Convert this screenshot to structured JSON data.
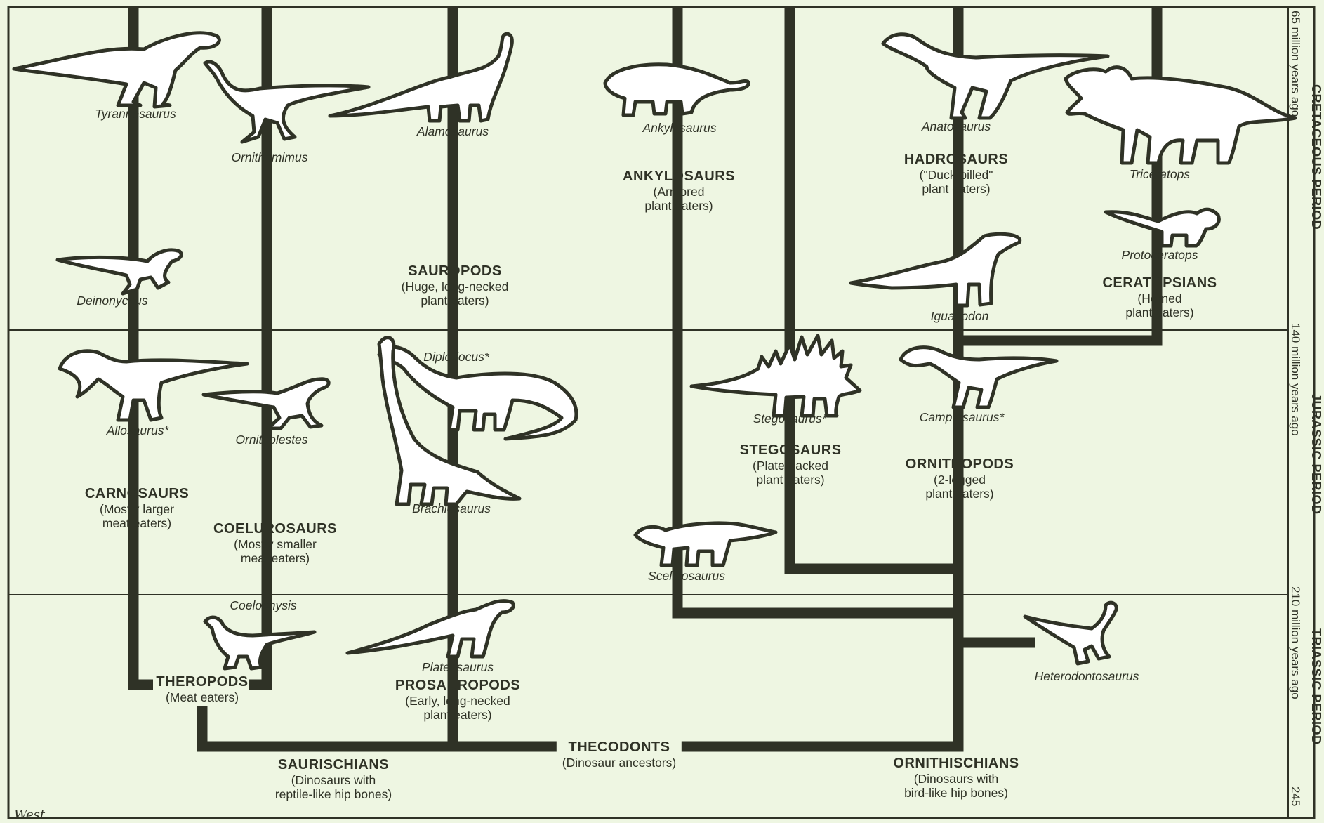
{
  "periods": [
    {
      "name": "CRETACEOUS PERIOD",
      "ago": "65 million years ago"
    },
    {
      "name": "JURASSIC PERIOD",
      "ago": "140 million years ago"
    },
    {
      "name": "TRIASSIC PERIOD",
      "ago": "210 million years ago"
    }
  ],
  "bottom_marker": "245",
  "groups": {
    "carnosaurs": {
      "name": "CARNOSAURS",
      "desc1": "(Mostly larger",
      "desc2": "meat eaters)"
    },
    "coelurosaurs": {
      "name": "COELUROSAURS",
      "desc1": "(Mostly smaller",
      "desc2": "meat eaters)"
    },
    "sauropods": {
      "name": "SAUROPODS",
      "desc1": "(Huge, long-necked",
      "desc2": "plant eaters)"
    },
    "ankylosaurs": {
      "name": "ANKYLOSAURS",
      "desc1": "(Armored",
      "desc2": "plant eaters)"
    },
    "hadrosaurs": {
      "name": "HADROSAURS",
      "desc1": "(\"Duck-billed\"",
      "desc2": "plant eaters)"
    },
    "ceratopsians": {
      "name": "CERATOPSIANS",
      "desc1": "(Horned",
      "desc2": "plant eaters)"
    },
    "stegosaurs": {
      "name": "STEGOSAURS",
      "desc1": "(Plate-backed",
      "desc2": "plant eaters)"
    },
    "ornithopods": {
      "name": "ORNITHOPODS",
      "desc1": "(2-legged",
      "desc2": "plant eaters)"
    },
    "theropods": {
      "name": "THEROPODS",
      "desc1": "(Meat eaters)"
    },
    "prosauropods": {
      "name": "PROSAUROPODS",
      "desc1": "(Early, long-necked",
      "desc2": "plant eaters)"
    },
    "thecodonts": {
      "name": "THECODONTS",
      "desc1": "(Dinosaur ancestors)"
    },
    "saurischians": {
      "name": "SAURISCHIANS",
      "desc1": "(Dinosaurs with",
      "desc2": "reptile-like hip bones)"
    },
    "ornithischians": {
      "name": "ORNITHISCHIANS",
      "desc1": "(Dinosaurs with",
      "desc2": "bird-like hip bones)"
    }
  },
  "dinosaurs": {
    "tyrannosaurus": "Tyrannosaurus",
    "ornithomimus": "Ornithomimus",
    "alamosaurus": "Alamosaurus",
    "ankylosaurus": "Ankylosaurus",
    "anatosaurus": "Anatosaurus",
    "triceratops": "Triceratops",
    "protoceratops": "Protoceratops",
    "deinonychus": "Deinonychus",
    "iguanodon": "Iguanodon",
    "diplodocus": "Diplodocus*",
    "allosaurus": "Allosaurus*",
    "ornitholestes": "Ornitholestes",
    "stegosaurus": "Stegosaurus*",
    "camptosaurus": "Camptosaurus*",
    "brachiosaurus": "Brachiosaurus",
    "scelidosaurus": "Scelidosaurus",
    "coelophysis": "Coelophysis",
    "plateosaurus": "Plateosaurus",
    "heterodontosaurus": "Heterodontosaurus"
  },
  "signature": "West",
  "colors": {
    "background": "#eef6e2",
    "ink": "#2f3226",
    "silhouette": "#ffffff"
  }
}
